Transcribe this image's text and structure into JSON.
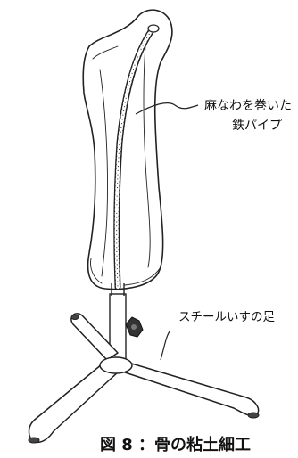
{
  "figure": {
    "caption": "図 8 ：骨の粘土細工",
    "labels": {
      "pipe_line1": "麻なわを巻いた",
      "pipe_line2": "鉄パイプ",
      "stand": "スチールいすの足"
    }
  }
}
